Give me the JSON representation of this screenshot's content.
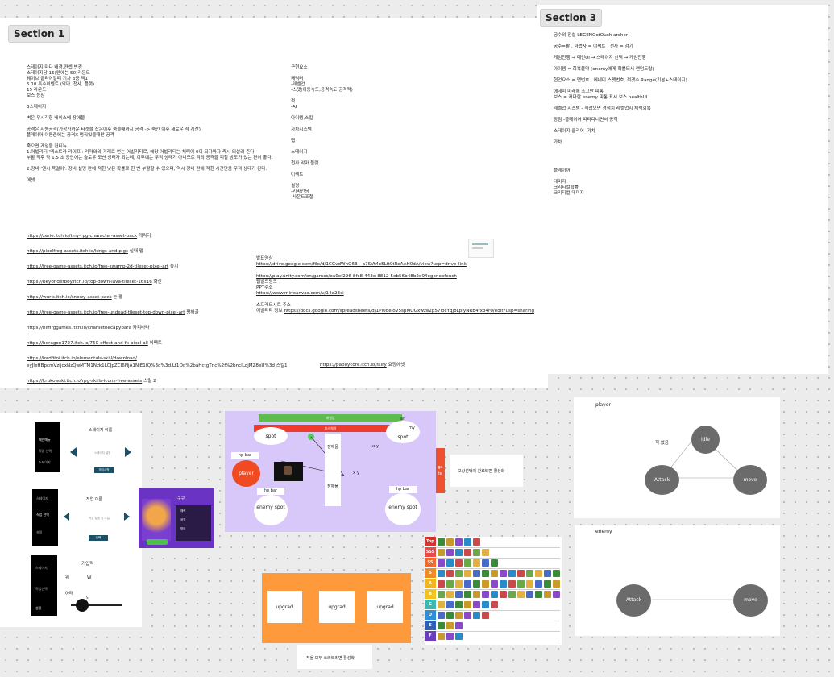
{
  "section1": {
    "title": "Section 1",
    "col1": [
      "스테이지 마다 배경,컨셉 변경",
      "스테이지당 15(웬에는 50)라운드",
      "웨이브 클리어일때 기차 3중 택1",
      "5 10   특수이벤트 (악마, 천사, 플랫)",
      "15 라운드",
      "보스 등장",
      "",
      "3스테이지",
      "",
      "벽은 무시각형 베이스에 장애물",
      "",
      "공격은 자동공격(가장가까운 타겟을 잡은이후 죽을때까지 공격 -> 죽인 이후 새로운 적 계산)",
      "플레이어 이동중에는 공격X 멈춰있을때만 공격",
      "",
      "죽으면 게임을 컨티뉴",
      "1.어빌리티 '엑스트라 라이프': 익마와의 거래로 얻는 어빌리티로, 해당 어빌리티는 체력이 0이 되자마자 즉시 되살려 준다.",
      "부활 직후 약 1.5 초 동안에는 슬로우 모션 상태가 되는데, 이후에는 무적 상태가 아니므로 적의 공격을 피할 방도가 있는 편이 좋다.",
      "",
      "2.장비 '엔시 목걸이': 장비 설명 란에 적힌 낮은 확률로 한 번 부활할 수 있으며, 역시 장비 란에 적힌 시간만큼 무적 상태가 된다.",
      "",
      "에셋"
    ],
    "asset_links": [
      {
        "url": "https://zerie.itch.io/tiny-rpg-character-asset-pack",
        "note": "캐릭터"
      },
      {
        "url": "https://pixelfrog-assets.itch.io/kings-and-pigs",
        "note": "실내 맵"
      },
      {
        "url": "https://free-game-assets.itch.io/free-swamp-2d-tileset-pixel-art",
        "note": "늪지"
      },
      {
        "url": "https://beyonderboy.itch.io/top-down-lava-tileset-16x16",
        "note": "화산"
      },
      {
        "url": "https://wurls.itch.io/snowy-asset-pack",
        "note": "눈 맵"
      },
      {
        "url": "https://free-game-assets.itch.io/free-undead-tileset-top-down-pixel-art",
        "note": "평해골"
      },
      {
        "url": "https://niffirggames.itch.io/charliethecapybara",
        "note": "카피바라"
      },
      {
        "url": "https://bdragon1727.itch.io/750-effect-and-fx-pixel-all",
        "note": "이펙트"
      },
      {
        "url": "https://lordfitoi.itch.io/elementals-skill/download/",
        "note": ""
      },
      {
        "url": "eyJleHBpcmVzIjoxNzQwMTM1Nzk1LCJpZCI6NjA1NjE1fQ%3d%3d.Lf1Od%2baHctgTnc%2f%2bnclLojMZ8eU%3d",
        "note": "스킬1"
      },
      {
        "url": "https://krukowski.itch.io/rpg-skills-icons-free-assets",
        "note": "스킬 2"
      }
    ],
    "extra_link": {
      "url": "https://papoycore.itch.io/fairy",
      "note": "요정에셋"
    },
    "col2": [
      "구현요소",
      "",
      "캐릭터",
      "-레벨업",
      "-스탯(이동속도,공격속도,공격력)",
      "",
      "적",
      "-AI",
      "",
      "아이템,스킬",
      "",
      "가차시스템",
      "",
      "맵",
      "",
      "스테이지",
      "",
      "천사 악마 플랫",
      "",
      "이펙트",
      "",
      "설정",
      "-키바인딩",
      "-사운드조절"
    ],
    "presentation": {
      "video_label": "발표영상",
      "video_url": "https://drive.google.com/file/d/1CGvdWnQ63---a7SVt4x5Lft9tReAAH0dA/view?usp=drive_link",
      "webgl_url": "https://play.unity.com/en/games/ea0ef296-8fc8-443e-8812-5eb56b48b2d9/legenoofeuch",
      "webgl_label": "웹빌드링크",
      "ppt_label": "PPT주소",
      "ppt_url": "https://www.miricanvas.com/v/14a23ci",
      "sheet_label": "스프레드시트 주소",
      "sheet_prefix": "어빌리티 정보",
      "sheet_url": "https://docs.google.com/spreadsheets/d/1Pl0qeloV5spMOGxwze2p57locYqj8LpiyNRB4fx34r0/edit?usp=sharing"
    }
  },
  "section3": {
    "title": "Section 3",
    "lines": [
      "궁수의 전설 LEGENOofOuch archer",
      "",
      "궁수=활 , 마법사 = 야팩트 , 전사 = 검기",
      "",
      "게임진행 → 메인UI → 스테이지 선택 → 게임진행",
      "",
      "아이템 = 회복물약 (enemy에게 확률되서 랜덤드랍)",
      "",
      "현업요소 = 맵번호 , 에네미 스펫번호, 적갯수 Range(기본+스테이지)",
      "",
      "에네미 마레에 조그만 피통",
      "보스 = 커다란 enemy 피통 표시 보스 healthUI",
      "",
      "레벨업 시스템 - 적잡으면 경험치 레벨업시 체력회복",
      "",
      "장점 -플레이어 따라다니면서 공격",
      "",
      "스테이지 클리어- 가챠",
      "",
      "가차",
      "",
      "",
      "",
      "",
      "플레이어",
      "",
      "데미지",
      "크리티컬확률",
      "크리티컬 데미지"
    ]
  },
  "ui_mockups": {
    "stage_select": {
      "title": "스테이지 이름",
      "subtitle": "스테이지 설명",
      "button": "게임시작",
      "menu": [
        "메인메뉴",
        "직업 선택",
        "스테이지"
      ]
    },
    "job_select": {
      "title": "직업 이름",
      "subtitle": "직업 설명 및 스킬",
      "button": "선택",
      "menu": [
        "스테이지",
        "직업 선택",
        "설정"
      ]
    },
    "settings": {
      "title": "키입력",
      "up_label": "위",
      "up_key": "W",
      "down_label": "아래",
      "slider_value": "S",
      "menu": [
        "스테이지",
        "직업선택",
        "설정"
      ]
    },
    "character_card": {
      "name": "구구",
      "stats": [
        "체력",
        "공격",
        "방어"
      ]
    }
  },
  "game_layout": {
    "top_bar_green": "레벨업",
    "top_bar_red": "보스체력",
    "hp_bar": "hp bar",
    "player": "player",
    "enemy_spot": "enemy spot",
    "spot": "spot",
    "obstacle": "장애물",
    "xy": "x y",
    "gate": "ga te",
    "gate_note": "보상선택이 완료되면 활성화"
  },
  "upgrade_panel": {
    "buttons": [
      "upgrad",
      "upgrad",
      "upgrad"
    ],
    "note": "적을 모두 쓰러트리면 활성화"
  },
  "tier_list": {
    "tiers": [
      {
        "label": "Top",
        "color": "#d9322d",
        "icons": 5
      },
      {
        "label": "SSS",
        "color": "#e84a4a",
        "icons": 6
      },
      {
        "label": "SS",
        "color": "#ee6a2f",
        "icons": 7
      },
      {
        "label": "S",
        "color": "#f08a24",
        "icons": 14
      },
      {
        "label": "A",
        "color": "#f2b51f",
        "icons": 14
      },
      {
        "label": "B",
        "color": "#f2c21f",
        "icons": 14
      },
      {
        "label": "C",
        "color": "#3db8b0",
        "icons": 7
      },
      {
        "label": "D",
        "color": "#2f8fd6",
        "icons": 6
      },
      {
        "label": "E",
        "color": "#2b5fb8",
        "icons": 3
      },
      {
        "label": "F",
        "color": "#6c3cbf",
        "icons": 3
      }
    ]
  },
  "state_player": {
    "title": "player",
    "states": [
      "Idle",
      "Attack",
      "move"
    ],
    "note": "적 없음"
  },
  "state_enemy": {
    "title": "enemy",
    "states": [
      "Attack",
      "move"
    ]
  },
  "colors": {
    "purple_panel": "#d8c8f9",
    "orange": "#ff9a3c",
    "player_red": "#f04a23",
    "gate_red": "#ef5030",
    "node_gray": "#6b6b6b",
    "hp_green": "#5dbb4f",
    "hp_red": "#ee3b2d"
  }
}
